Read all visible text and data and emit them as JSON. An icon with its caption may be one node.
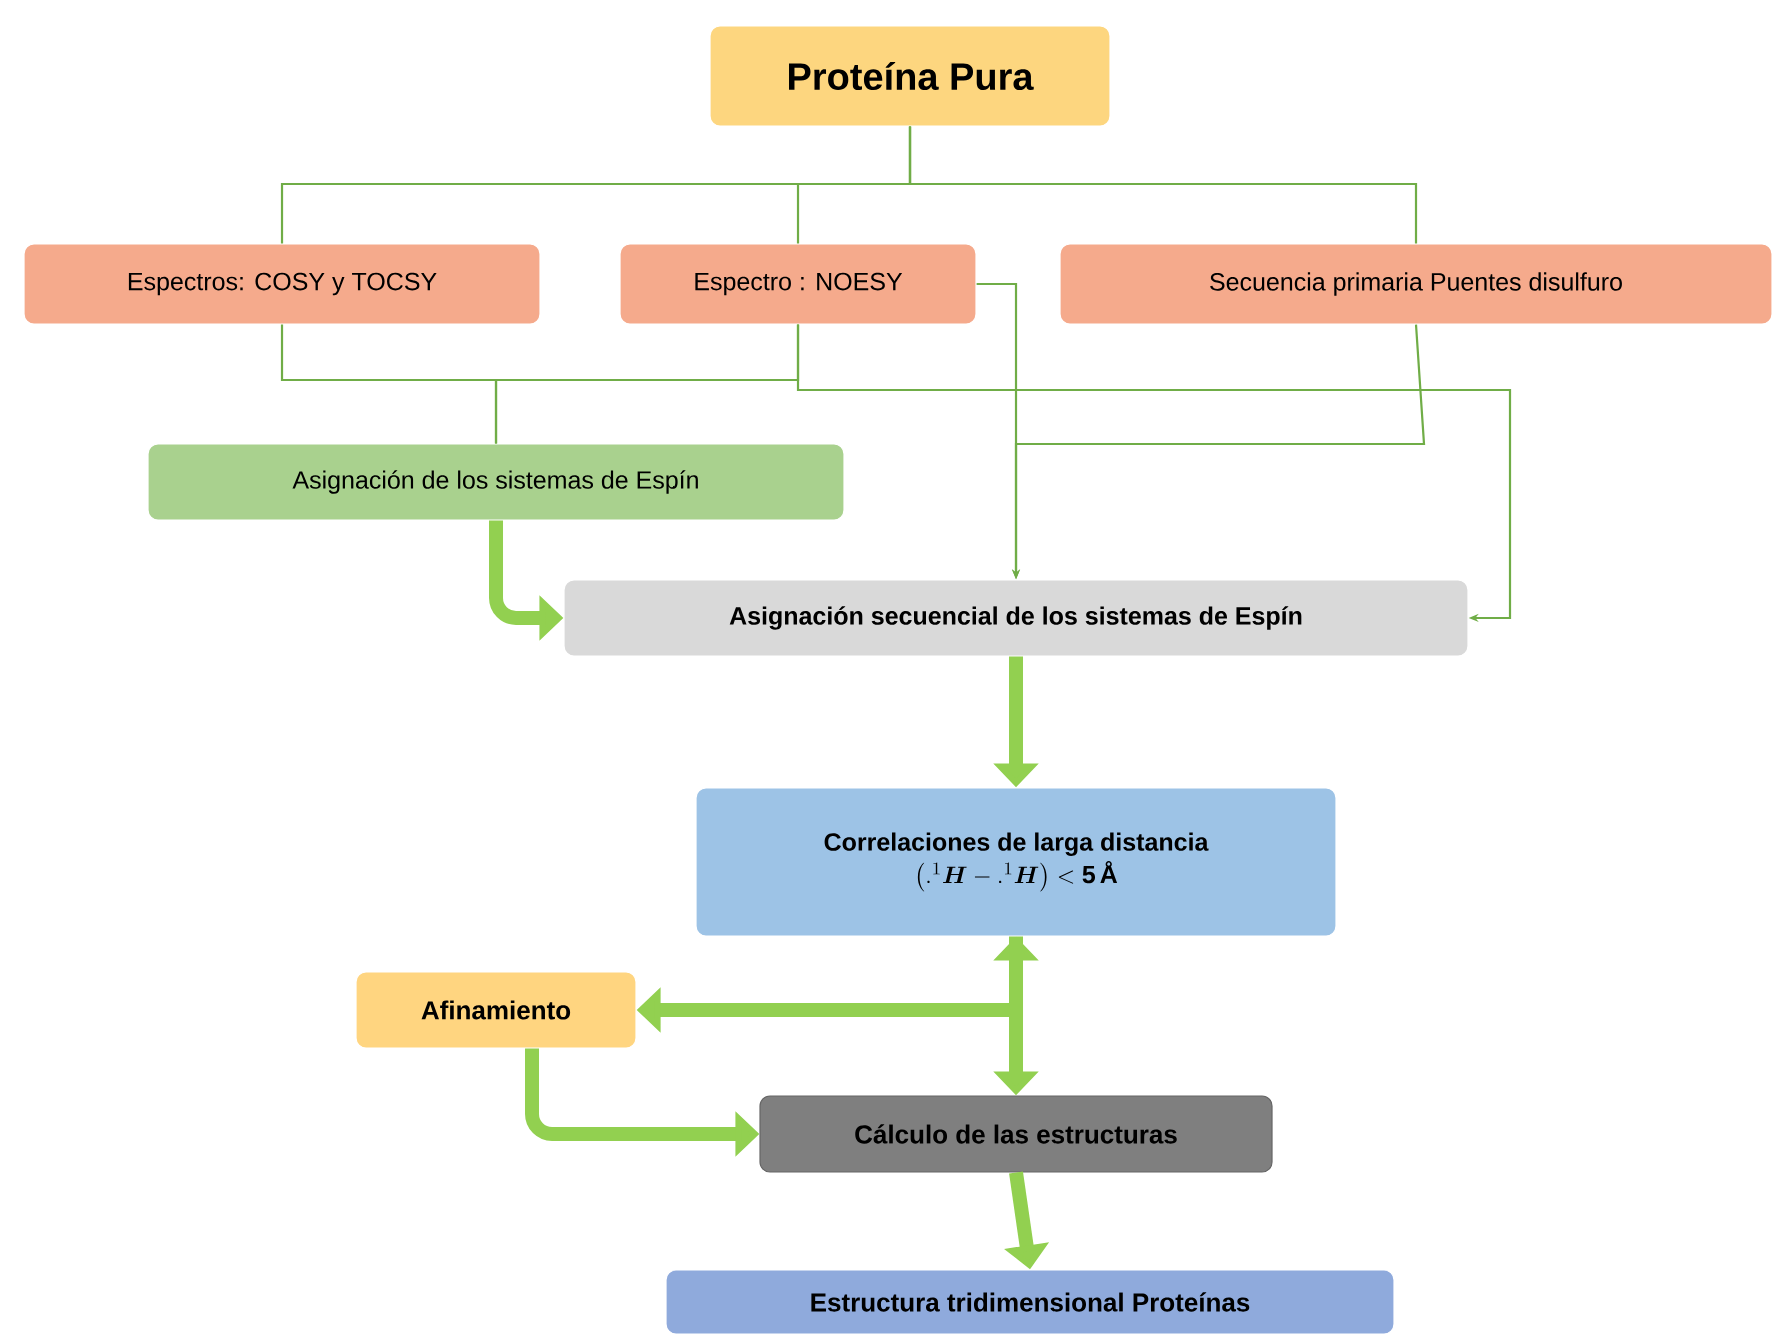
{
  "diagram": {
    "nodes": [
      {
        "text": [
          "Proteína  Pura"
        ]
      },
      {
        "text": [
          "Espectros: COSY  y TOCSY"
        ]
      },
      {
        "text": [
          "Espectro : NOESY"
        ]
      },
      {
        "text": [
          "Secuencia primaria Puentes disulfuro"
        ]
      },
      {
        "text": [
          "Asignación de los sistemas de Espín"
        ]
      },
      {
        "text": [
          "Asignación secuencial de los sistemas de Espín"
        ]
      },
      {
        "text": [
          "Correlaciones de larga distancia",
          "\\left(.^{1}\\boldsymbol{H}-.^{1}\\boldsymbol{H}\\right)<\\mathbf{5}\\,\\text{Å}"
        ]
      },
      {
        "text": [
          "Afinamiento"
        ]
      },
      {
        "text": [
          "Cálculo de las estructuras"
        ]
      },
      {
        "text": [
          "Estructura  tridimensional  Proteínas"
        ]
      }
    ],
    "edges": [
      {
        "from": 0,
        "to": 1,
        "arrow": "none"
      },
      {
        "from": 0,
        "to": 2,
        "arrow": "none"
      },
      {
        "from": 0,
        "to": 3,
        "arrow": "none"
      },
      {
        "from": 1,
        "to": 4,
        "arrow": "none"
      },
      {
        "from": 2,
        "to": 4,
        "arrow": "none"
      },
      {
        "from": 2,
        "to": 5,
        "arrow": "to"
      },
      {
        "from": 2,
        "to": 5,
        "arrow": "to"
      },
      {
        "from": 3,
        "to": 5,
        "arrow": "to"
      },
      {
        "from": 4,
        "to": 5,
        "arrow": "to",
        "style": "thick",
        "color": "#92d050"
      },
      {
        "from": 5,
        "to": 6,
        "arrow": "to",
        "style": "thick",
        "color": "#92d050"
      },
      {
        "from": 6,
        "to": 8,
        "arrow": "both",
        "style": "thick",
        "color": "#92d050"
      },
      {
        "from": 6,
        "to": 7,
        "arrow": "to",
        "style": "thick",
        "color": "#92d050"
      },
      {
        "from": 7,
        "to": 8,
        "arrow": "to",
        "style": "thick",
        "color": "#92d050"
      },
      {
        "from": 8,
        "to": 9,
        "arrow": "to",
        "style": "thick",
        "color": "#92d050"
      }
    ]
  }
}
